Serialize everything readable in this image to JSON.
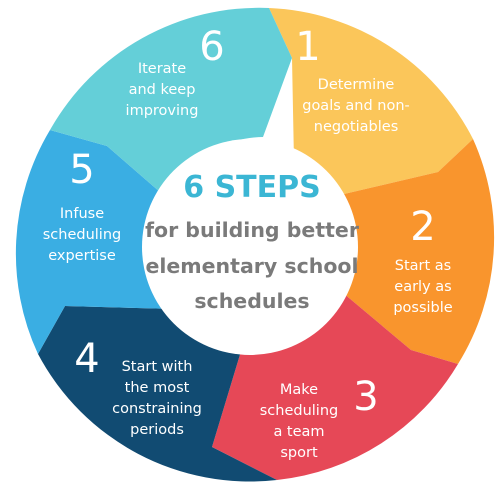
{
  "center": {
    "title": "6 STEPS",
    "subtitle_lines": [
      "for building better",
      "elementary school",
      "schedules"
    ],
    "title_color": "#3bb6d4"
  },
  "steps": [
    {
      "number": "1",
      "lines": [
        "Determine",
        "goals and non-",
        "negotiables"
      ],
      "color": "#fbc65a"
    },
    {
      "number": "2",
      "lines": [
        "Start as",
        "early as",
        "possible"
      ],
      "color": "#f9952d"
    },
    {
      "number": "3",
      "lines": [
        "Make",
        "scheduling",
        "a team",
        "sport"
      ],
      "color": "#e64857"
    },
    {
      "number": "4",
      "lines": [
        "Start with",
        "the most",
        "constraining",
        "periods"
      ],
      "color": "#114b72"
    },
    {
      "number": "5",
      "lines": [
        "Infuse",
        "scheduling",
        "expertise"
      ],
      "color": "#3aaee3"
    },
    {
      "number": "6",
      "lines": [
        "Iterate",
        "and keep",
        "improving"
      ],
      "color": "#64cfd8"
    }
  ]
}
